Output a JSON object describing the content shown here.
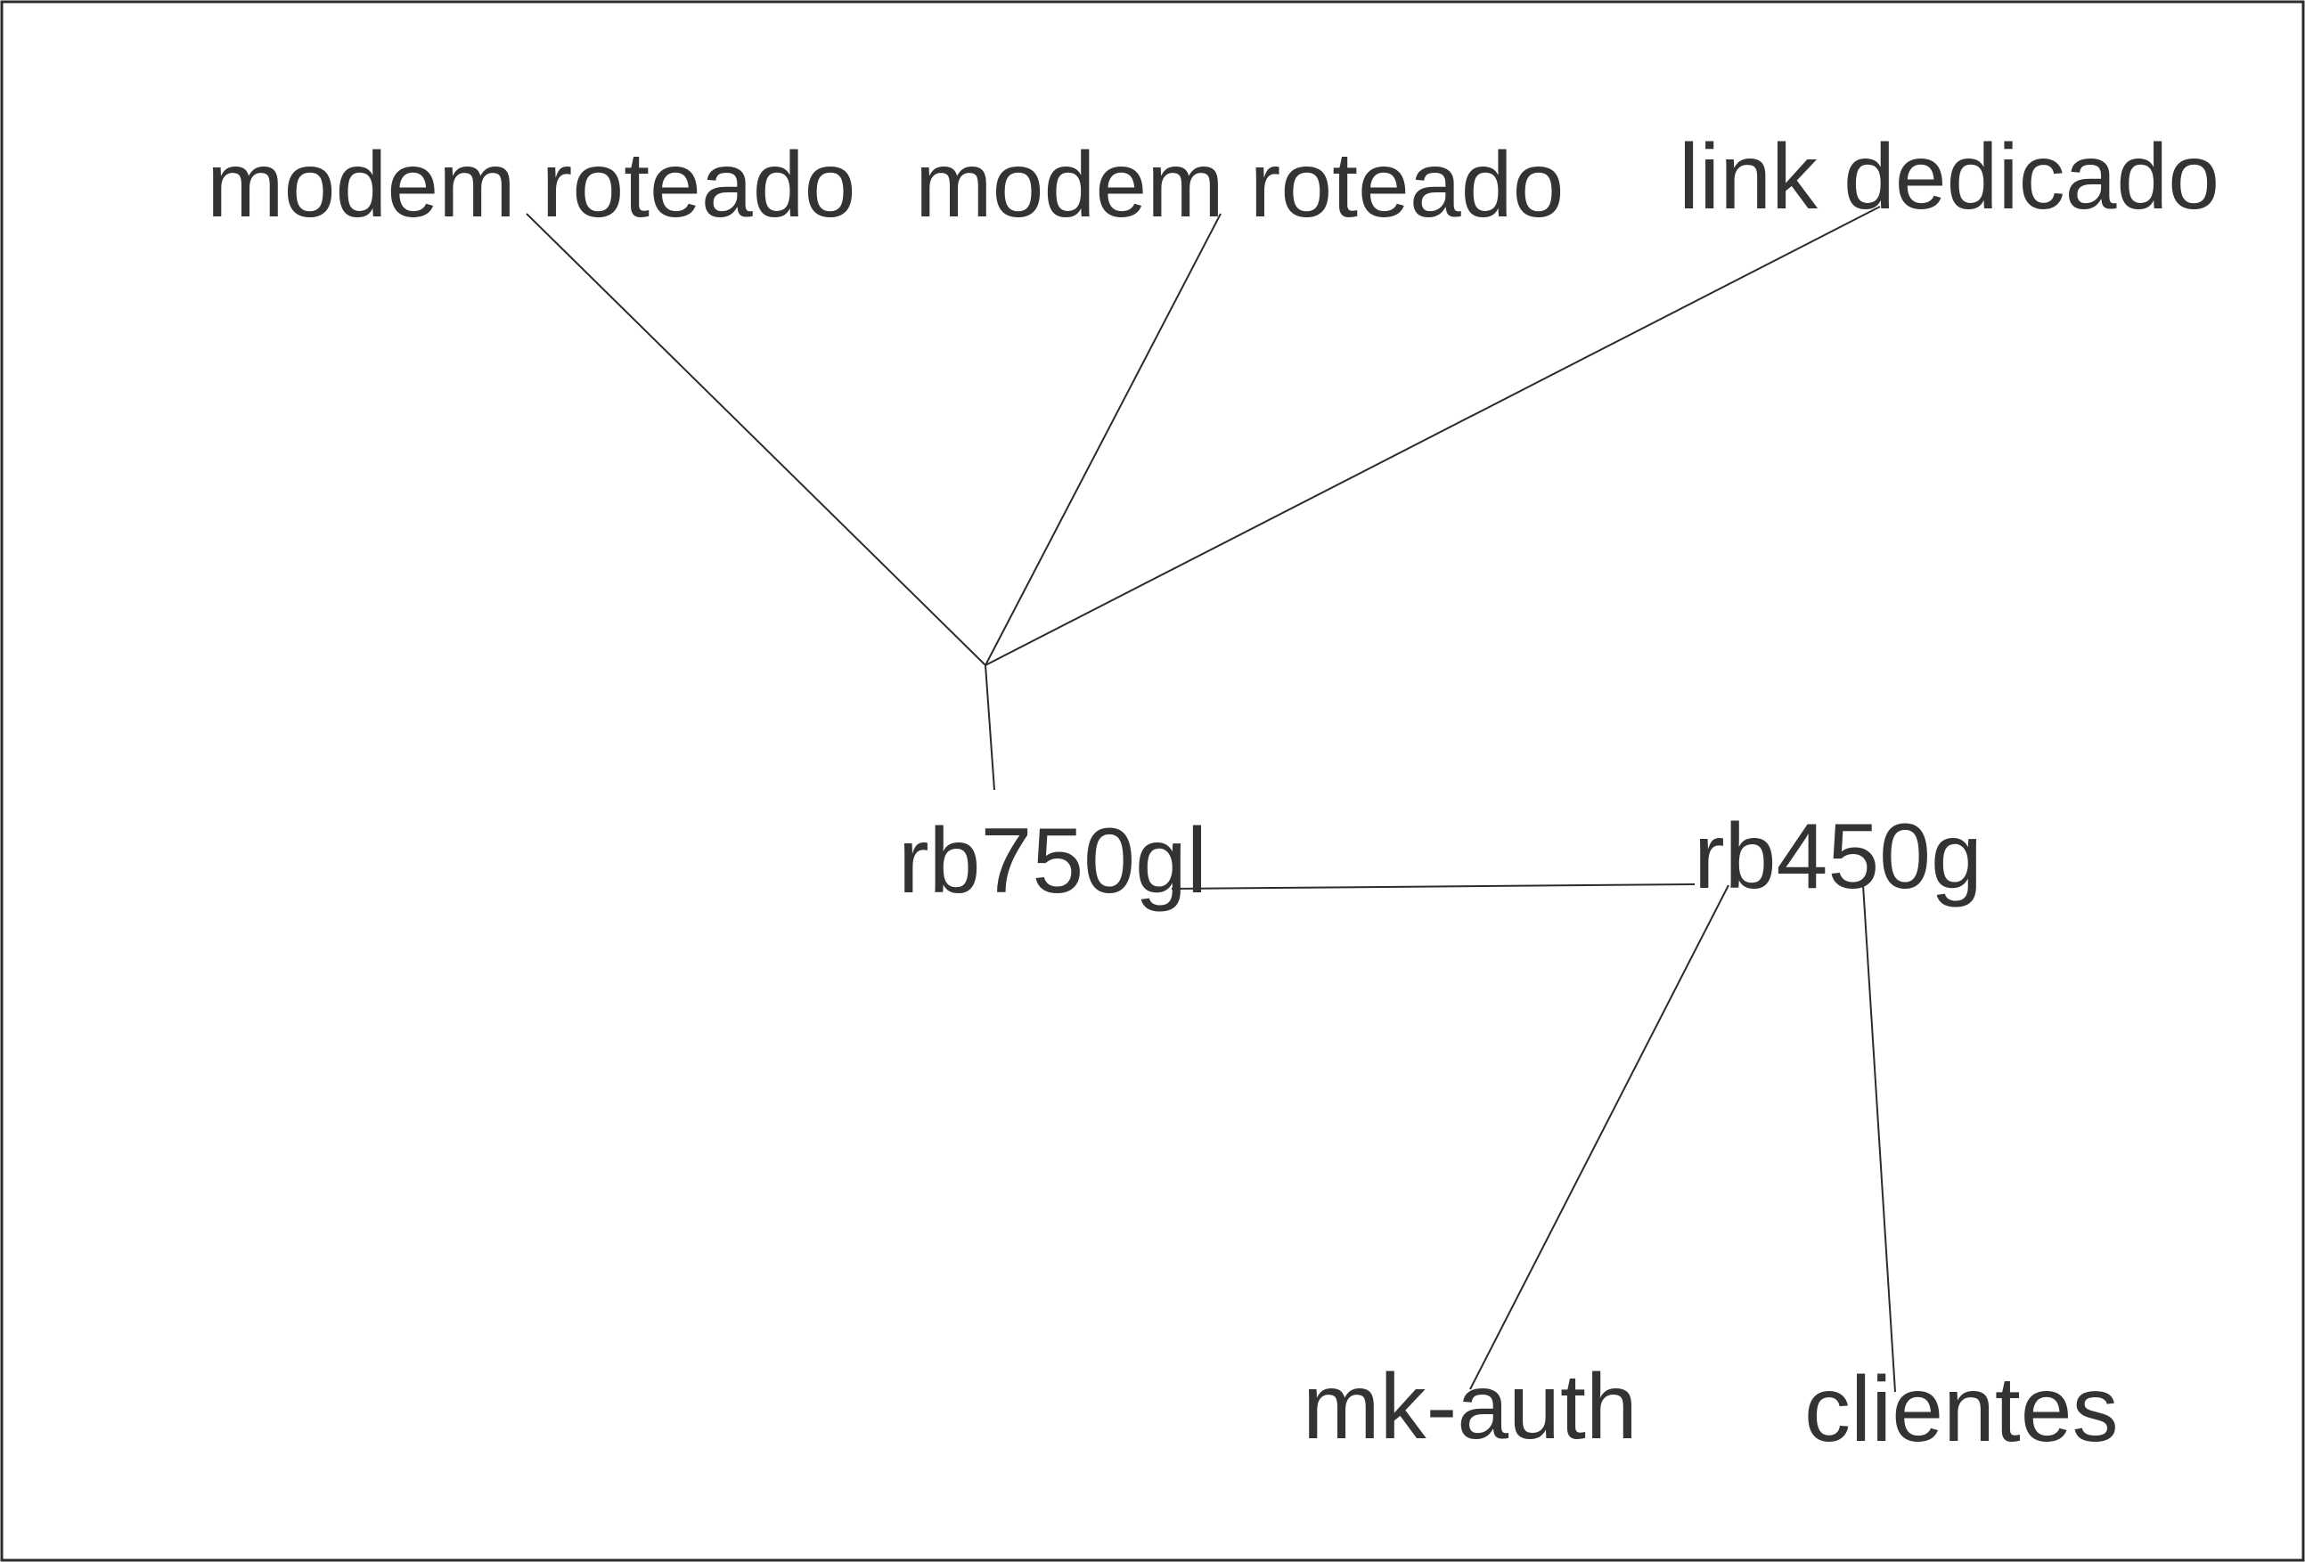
{
  "nodes": {
    "modem_left": {
      "label": "modem roteado"
    },
    "modem_center": {
      "label": "modem roteado"
    },
    "link_dedicado": {
      "label": "link dedicado"
    },
    "rb750gl": {
      "label": "rb750gl"
    },
    "rb450g": {
      "label": "rb450g"
    },
    "mk_auth": {
      "label": "mk-auth"
    },
    "clientes": {
      "label": "clientes"
    }
  },
  "edges": [
    {
      "from": "modem_left",
      "to": "junction"
    },
    {
      "from": "modem_center",
      "to": "junction"
    },
    {
      "from": "link_dedicado",
      "to": "junction"
    },
    {
      "from": "junction",
      "to": "rb750gl"
    },
    {
      "from": "rb750gl",
      "to": "rb450g"
    },
    {
      "from": "rb450g",
      "to": "mk_auth"
    },
    {
      "from": "rb450g",
      "to": "clientes"
    }
  ],
  "colors": {
    "line": "#2b2b2b",
    "text": "#333333",
    "background": "#ffffff"
  }
}
